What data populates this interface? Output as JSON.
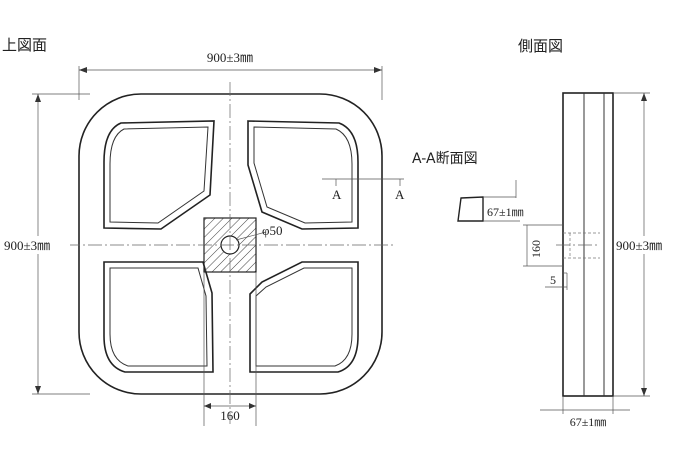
{
  "views": {
    "top_view_title": "上図面",
    "side_view_title": "側面図",
    "section_title": "A-A断面図"
  },
  "dimensions": {
    "top_width": "900±3㎜",
    "top_height": "900±3㎜",
    "center_hole": "φ50",
    "bottom_center": "160",
    "section_marker_left": "A",
    "section_marker_right": "A",
    "section_thickness": "67±1㎜",
    "side_160": "160",
    "side_5": "5",
    "side_height": "900±3㎜",
    "side_bottom_thickness": "67±1㎜"
  }
}
